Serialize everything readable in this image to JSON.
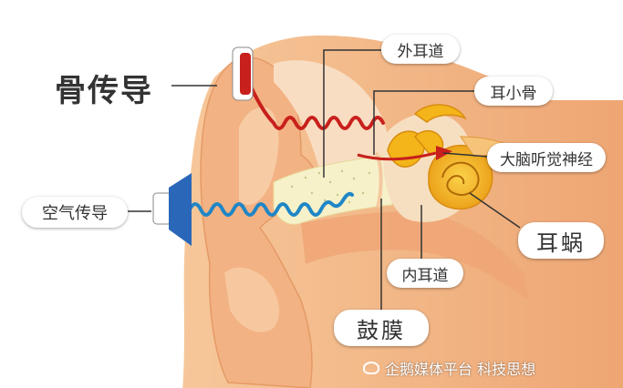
{
  "labels": {
    "bone_conduction": "骨传导",
    "air_conduction": "空气传导",
    "ear_canal": "外耳道",
    "ossicles": "耳小骨",
    "auditory_nerve": "大脑听觉神经",
    "cochlea": "耳蜗",
    "inner_canal": "内耳道",
    "eardrum": "鼓膜"
  },
  "watermark": "企鹅媒体平台 科技思想",
  "colors": {
    "skin": "#f2b98a",
    "skin_light": "#f8d6b4",
    "skin_dark": "#e89a64",
    "canal": "#f6f1c9",
    "bone_wave": "#c8201c",
    "air_wave": "#1f86c6",
    "cochlea": "#f3b519",
    "cochlea_dark": "#e38d10",
    "speaker_blue": "#2a67b8",
    "bone_device_red": "#c8201c"
  }
}
